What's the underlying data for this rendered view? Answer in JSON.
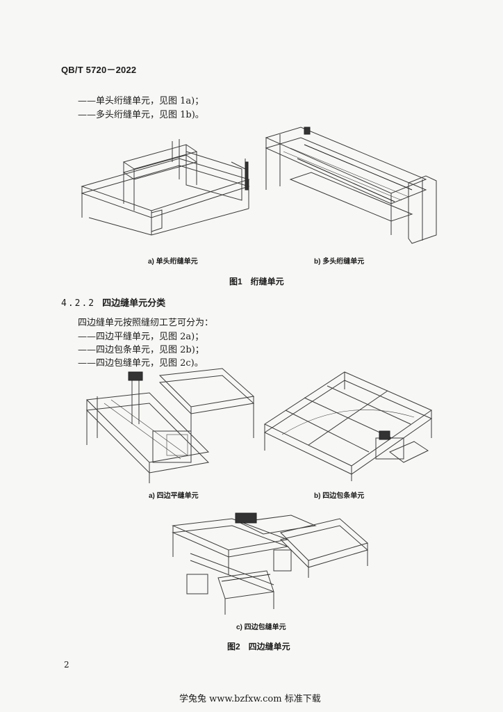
{
  "header": {
    "standard_code": "QB/T 5720－2022"
  },
  "list1": [
    "——单头绗缝单元，见图 1a)；",
    "——多头绗缝单元，见图 1b)。"
  ],
  "figure1": {
    "caption_a": "a) 单头绗缝单元",
    "caption_b": "b) 多头绗缝单元",
    "title": "图1　绗缝单元"
  },
  "section": {
    "number": "4.2.2",
    "title": "四边缝单元分类"
  },
  "paragraph": "四边缝单元按照缝纫工艺可分为：",
  "list2": [
    "——四边平缝单元，见图 2a)；",
    "——四边包条单元，见图 2b)；",
    "——四边包缝单元，见图 2c)。"
  ],
  "figure2": {
    "caption_a": "a) 四边平缝单元",
    "caption_b": "b) 四边包条单元",
    "caption_c": "c) 四边包缝单元",
    "title": "图2　四边缝单元"
  },
  "page_number": "2",
  "footer": "学兔兔 www.bzfxw.com 标准下载"
}
